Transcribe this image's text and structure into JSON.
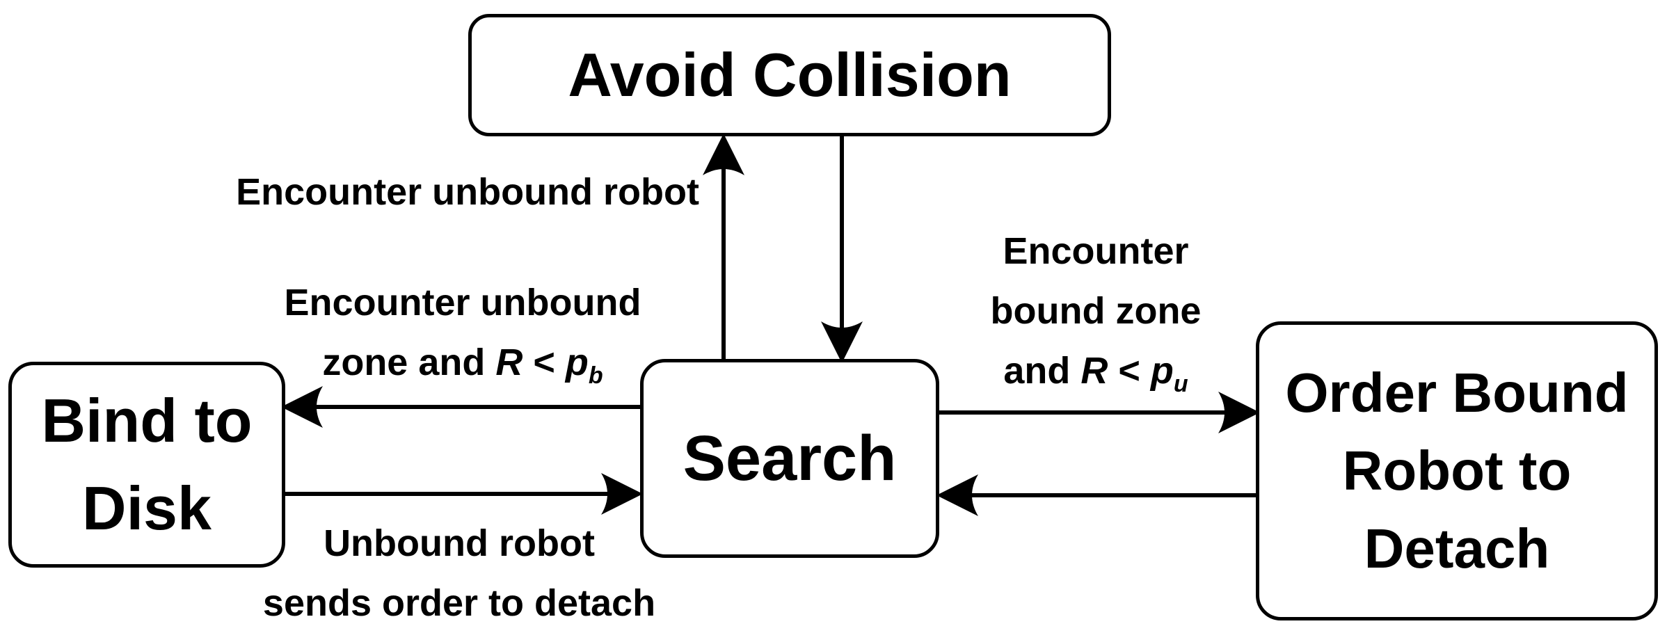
{
  "nodes": {
    "avoid_collision": {
      "lines": [
        "Avoid Collision"
      ]
    },
    "bind_to_disk": {
      "lines": [
        "Bind to",
        "Disk"
      ]
    },
    "search": {
      "lines": [
        "Search"
      ]
    },
    "order_bound": {
      "lines": [
        "Order Bound",
        "Robot to",
        "Detach"
      ]
    }
  },
  "edges": {
    "search_to_avoid": {
      "text": "Encounter unbound robot"
    },
    "search_to_bind": {
      "line1": "Encounter unbound",
      "line2_prefix": "zone and ",
      "var": "R",
      "op": " < ",
      "sym": "p",
      "sub": "b"
    },
    "bind_to_search": {
      "line1": "Unbound robot",
      "line2": "sends order to detach"
    },
    "search_to_order": {
      "line1": "Encounter",
      "line2": "bound zone",
      "line3_prefix": "and ",
      "var": "R",
      "op": " < ",
      "sym": "p",
      "sub": "u"
    }
  }
}
